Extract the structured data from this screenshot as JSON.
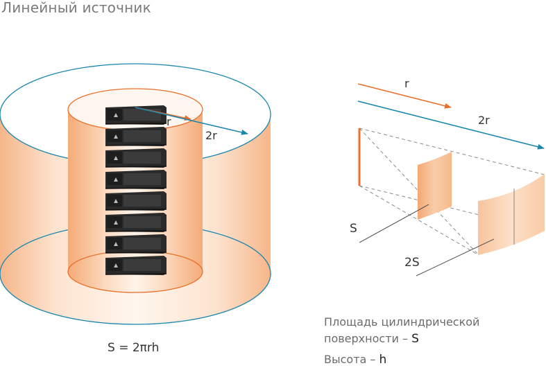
{
  "title": "Линейный источник",
  "formula": "S = 2πrh",
  "legend": {
    "surface_text": "Площадь цилиндрической",
    "surface_text2": "поверхности –",
    "surface_symbol": "S",
    "height_text": "Высота –",
    "height_symbol": "h"
  },
  "left_figure": {
    "label_r": "r",
    "label_2r": "2r",
    "speaker_count": 8
  },
  "right_figure": {
    "label_r": "r",
    "label_2r": "2r",
    "label_S": "S",
    "label_2S": "2S"
  },
  "colors": {
    "orange": "#e8702a",
    "blue": "#1a86ad",
    "fill": "#f7c39b"
  }
}
